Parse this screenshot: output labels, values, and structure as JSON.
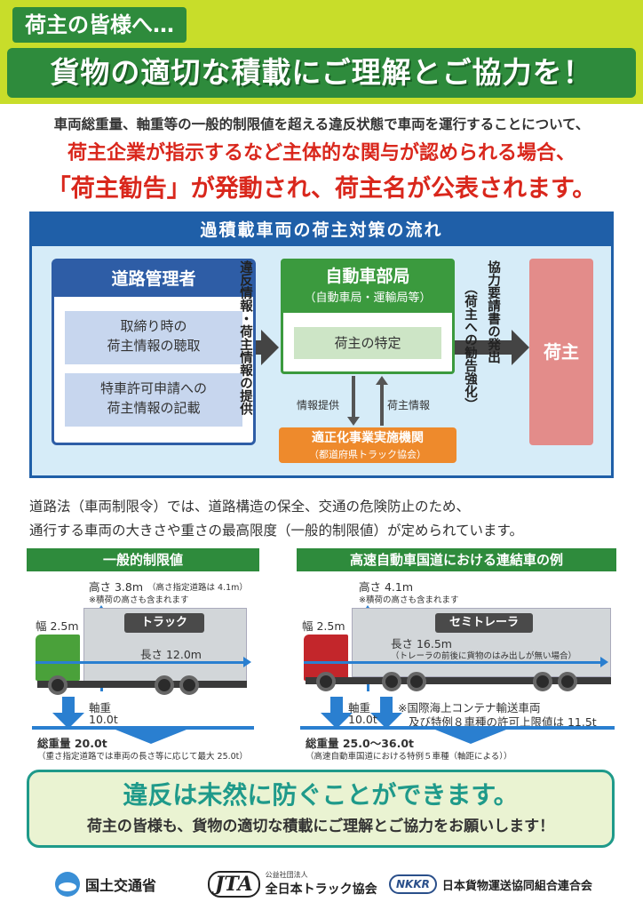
{
  "header": {
    "subtitle": "荷主の皆様へ…",
    "title": "貨物の適切な積載にご理解とご協力を！"
  },
  "intro": {
    "line1": "車両総重量、軸重等の一般的制限値を超える違反状態で車両を運行することについて、",
    "line2": "荷主企業が指示するなど主体的な関与が認められる場合、",
    "line3": "「荷主勧告」が発動され、荷主名が公表されます。"
  },
  "flow": {
    "title": "過積載車両の荷主対策の流れ",
    "road_admin": {
      "label": "道路管理者",
      "item1": "取締り時の\n荷主情報の聴取",
      "item2": "特車許可申請への\n荷主情報の記載"
    },
    "arrow1_text": "違反情報・荷主情報の提供",
    "dept": {
      "label": "自動車部局",
      "sub": "（自動車局・運輸局等）",
      "item": "荷主の特定"
    },
    "info_provide": "情報提供",
    "shipper_info": "荷主情報",
    "org": {
      "label": "適正化事業実施機関",
      "sub": "（都道府県トラック協会）"
    },
    "arrow2_text": "（荷主への勧告強化）",
    "arrow2_text_b": "協力要請書の発出",
    "shipper": "荷主"
  },
  "law": {
    "line1": "道路法（車両制限令）では、道路構造の保全、交通の危険防止のため、",
    "line2": "通行する車両の大きさや重さの最高限度（一般的制限値）が定められています。"
  },
  "left_panel": {
    "title": "一般的制限値",
    "height": "高さ 3.8m",
    "height_note": "（高さ指定道路は 4.1m）",
    "height_note2": "※積荷の高さも含まれます",
    "width": "幅 2.5m",
    "vehicle": "トラック",
    "length": "長さ 12.0m",
    "axle": "軸重",
    "axle_val": "10.0t",
    "total": "総重量 20.0t",
    "total_note": "（重さ指定道路では車両の長さ等に応じて最大 25.0t）"
  },
  "right_panel": {
    "title": "高速自動車国道における連結車の例",
    "height": "高さ 4.1m",
    "height_note2": "※積荷の高さも含まれます",
    "width": "幅 2.5m",
    "vehicle": "セミトレーラ",
    "length": "長さ 16.5m",
    "length_note": "（トレーラの前後に貨物のはみ出しが無い場合）",
    "axle": "軸重",
    "axle_val": "10.0t",
    "container_note1": "※国際海上コンテナ輸送車両",
    "container_note2": "及び特例８車種の許可上限値は 11.5t",
    "total": "総重量 25.0～36.0t",
    "total_note": "（高速自動車国道における特例５車種（軸距による））"
  },
  "banner": {
    "line1": "違反は未然に防ぐことができます。",
    "line2": "荷主の皆様も、貨物の適切な積載にご理解とご協力をお願いします！"
  },
  "logos": {
    "mlit": "国土交通省",
    "jta_mark": "JTA",
    "jta_sub": "公益社団法人",
    "jta": "全日本トラック協会",
    "nkkr_mark": "NKKR",
    "nkkr": "日本貨物運送協同組合連合会"
  },
  "colors": {
    "header_bg": "#c8dd2a",
    "green": "#2e8b3c",
    "red": "#d9271c",
    "blue": "#1f5fa8",
    "orange": "#ee8a2c",
    "pink": "#e38c8a",
    "teal": "#1f9a8a"
  }
}
